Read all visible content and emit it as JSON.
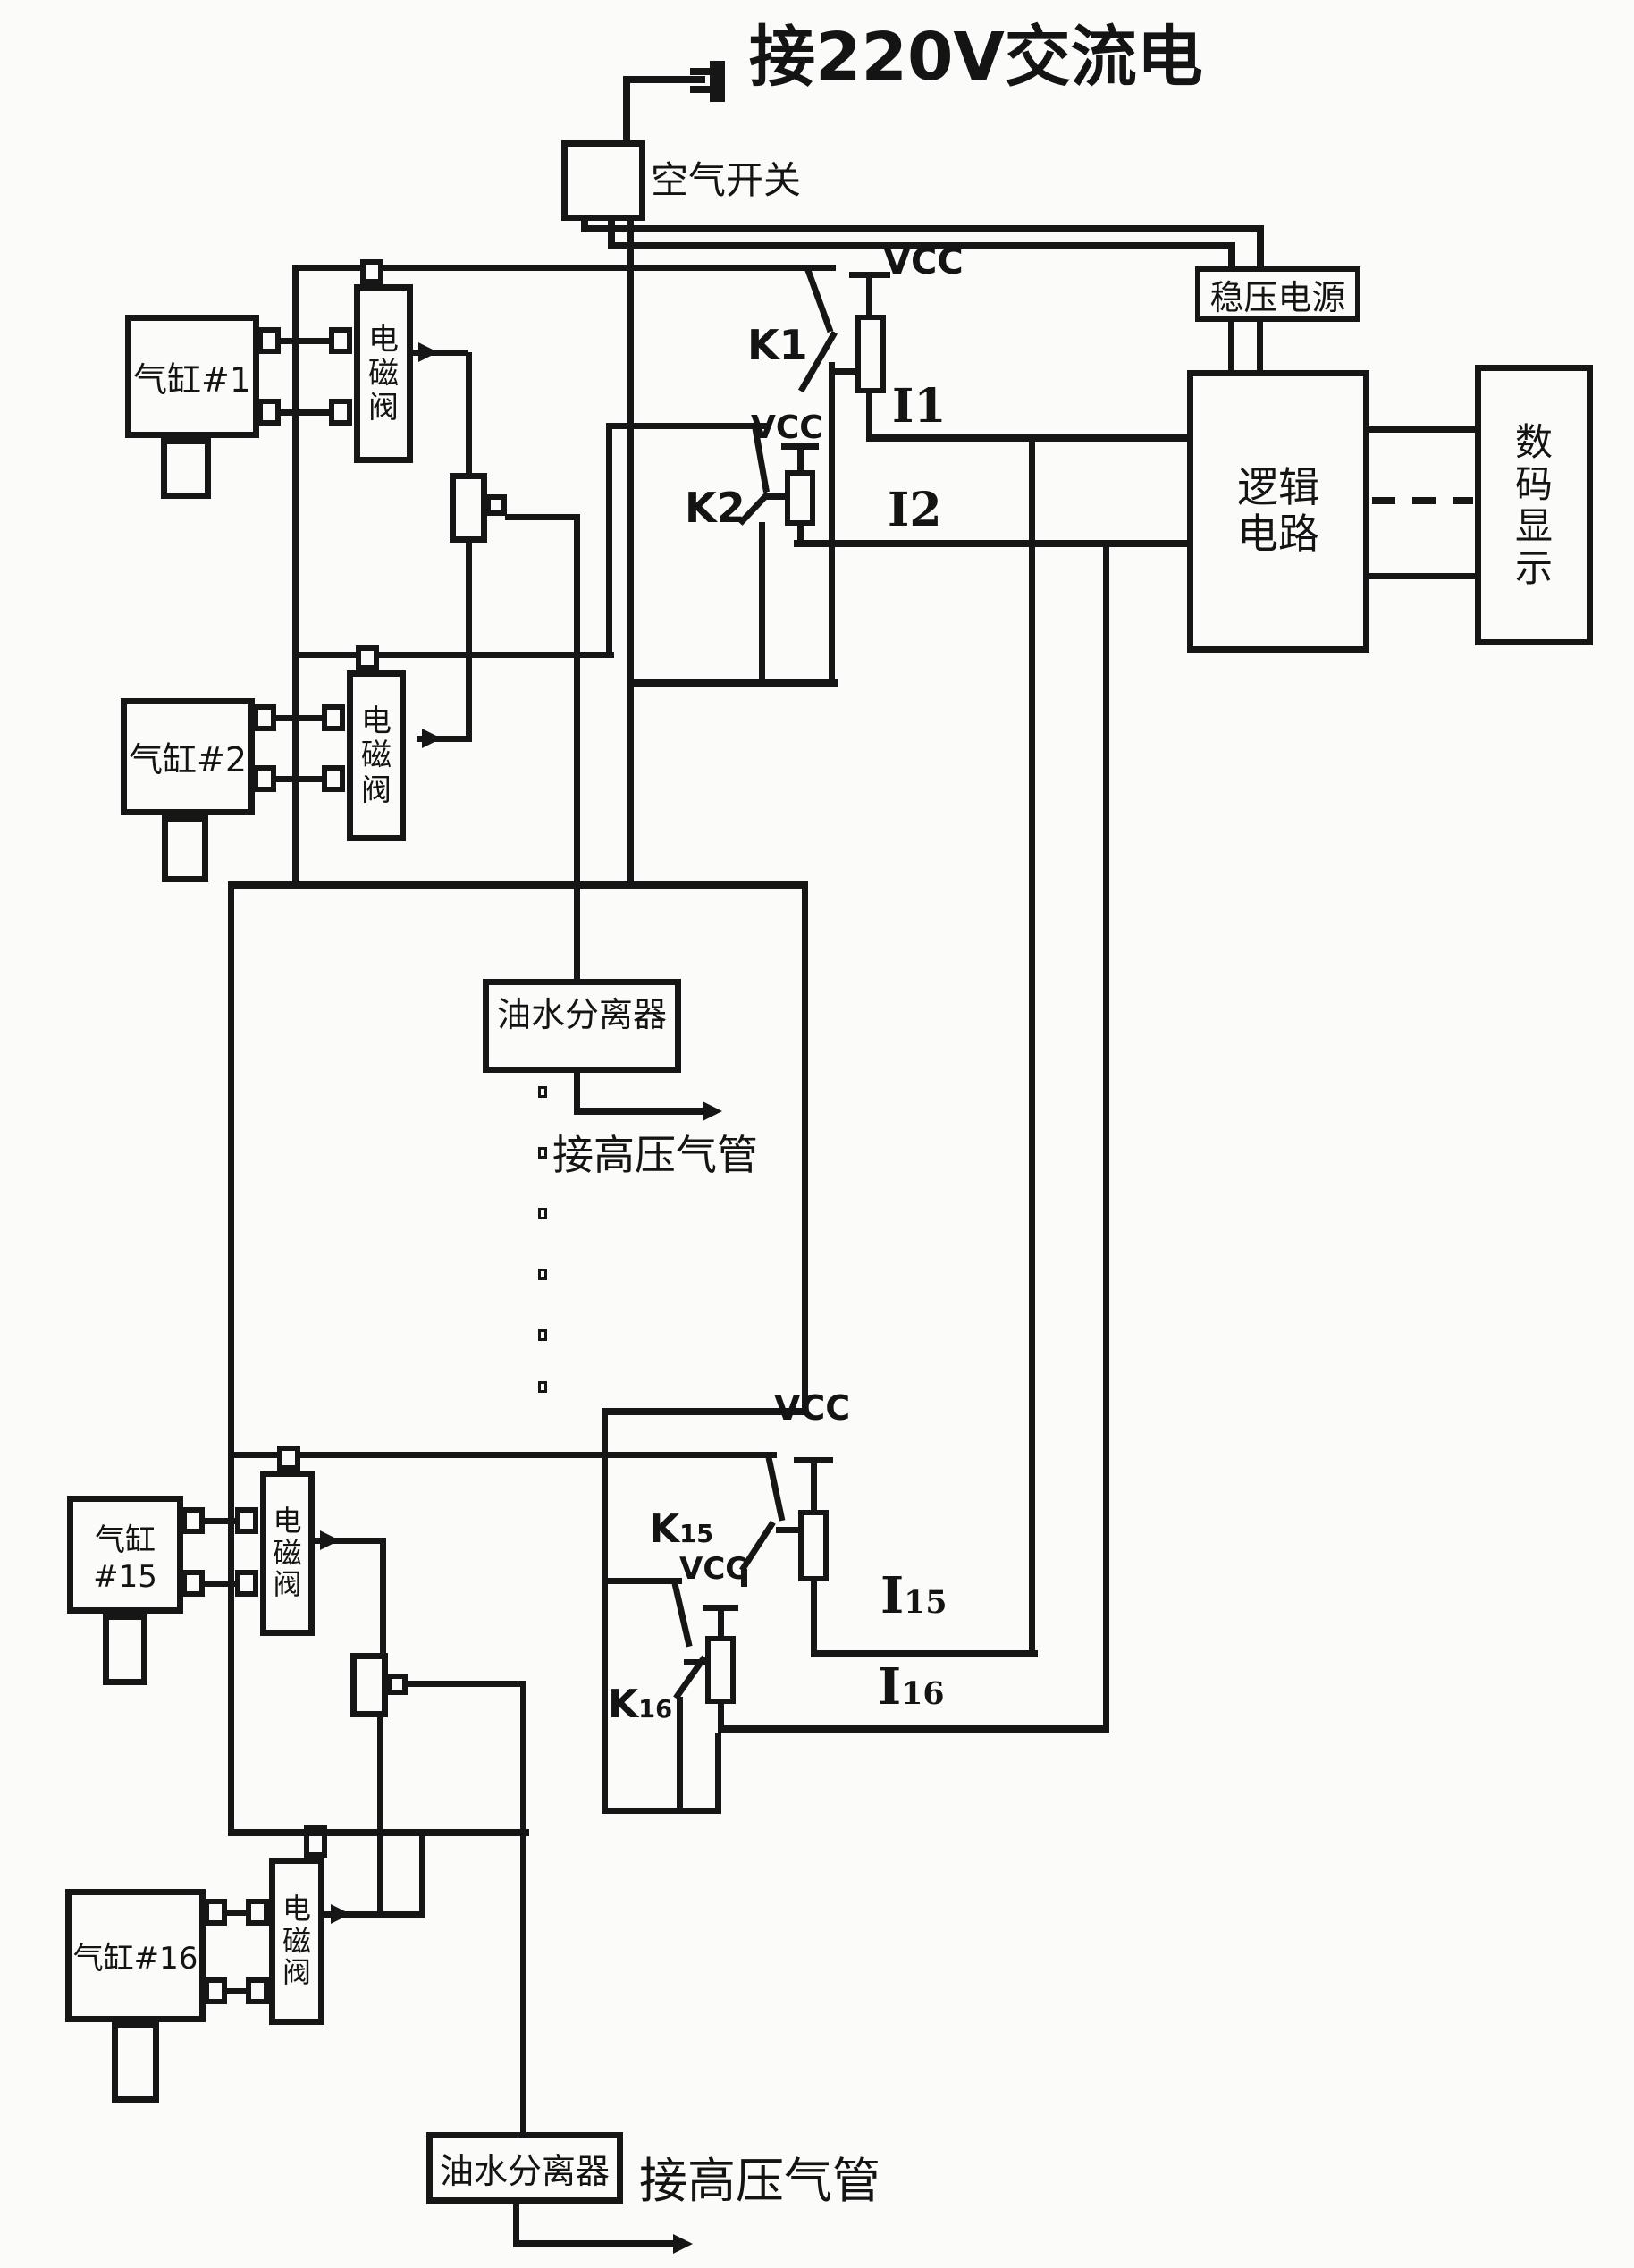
{
  "title": "接220V交流电",
  "air_switch": "空气开关",
  "power_supply": "稳压电源",
  "logic_circuit": "逻辑电路",
  "digital_display": "数码显示",
  "valve_label": "电磁阀",
  "separator_label": "油水分离器",
  "hp_pipe_label": "接高压气管",
  "vcc": "VCC",
  "cylinders": {
    "c1": "气缸#1",
    "c2": "气缸#2",
    "c15": "气缸#15",
    "c16": "气缸#16"
  },
  "switches": {
    "k1": "K1",
    "k2": "K2",
    "k15_main": "K",
    "k15_sub": "15",
    "k16_main": "K",
    "k16_sub": "16"
  },
  "signals": {
    "i1": "I1",
    "i2": "I2",
    "i15_main": "I",
    "i15_sub": "15",
    "i16_main": "I",
    "i16_sub": "16"
  }
}
